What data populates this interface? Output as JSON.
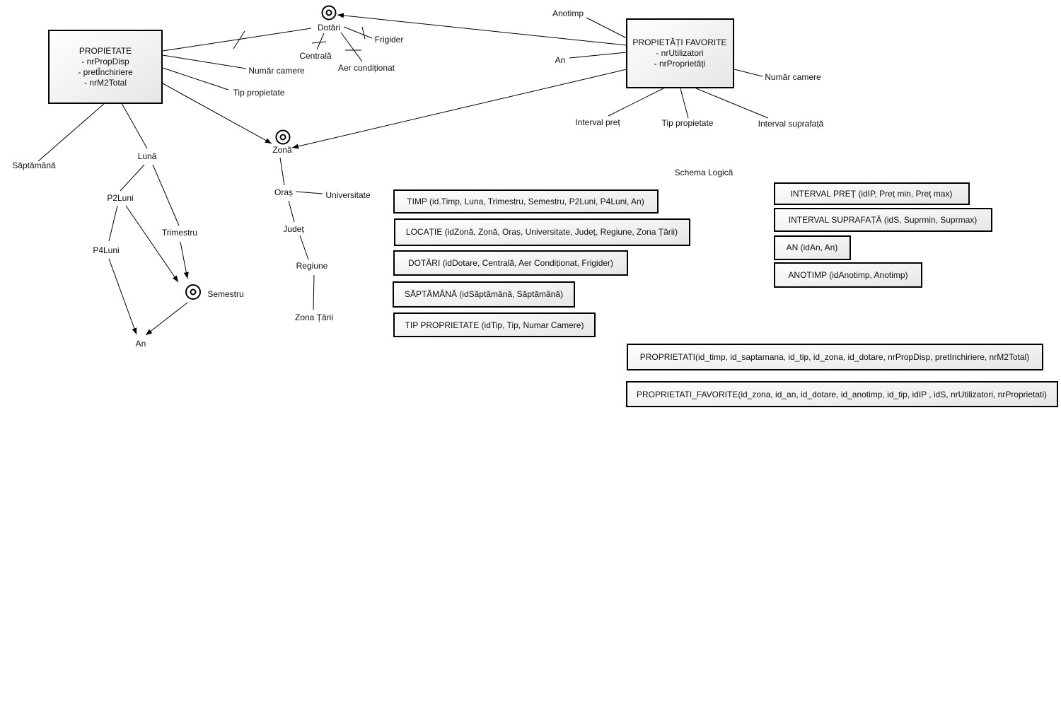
{
  "facts": {
    "propietate": {
      "title": "PROPIETATE",
      "attrs": [
        "- nrPropDisp",
        "- pretÎnchiriere",
        "- nrM2Total"
      ]
    },
    "favorite": {
      "title": "PROPIETĂȚI FAVORITE",
      "attrs": [
        "- nrUtilizatori",
        "- nrProprietăți"
      ]
    }
  },
  "labels": {
    "dotari": "Dotări",
    "centrala": "Centrală",
    "frigider": "Frigider",
    "aer": "Aer condiționat",
    "numar_camere_left": "Număr camere",
    "tip_propietate_left": "Tip propietate",
    "saptamana": "Săptămână",
    "luna": "Lună",
    "p2luni": "P2Luni",
    "p4luni": "P4Luni",
    "trimestru": "Trimestru",
    "semestru": "Semestru",
    "an_left": "An",
    "zona": "Zonă",
    "oras": "Oraș",
    "universitate": "Universitate",
    "judet": "Județ",
    "regiune": "Regiune",
    "zona_tarii": "Zona Țării",
    "anotimp": "Anotimp",
    "an_right": "An",
    "numar_camere_right": "Număr camere",
    "interval_pret": "Interval preț",
    "tip_propietate_right": "Tip propietate",
    "interval_suprafata": "Interval suprafață"
  },
  "schema_title": "Schema Logică",
  "tables": {
    "timp": "TIMP (id.Timp, Luna, Trimestru, Semestru, P2Luni, P4Luni, An)",
    "locatie": "LOCAȚIE (idZonă, Zonă, Oraș, Universitate, Județ, Regiune, Zona Țării)",
    "dotari": "DOTĂRI (idDotare, Centrală, Aer Condiționat, Frigider)",
    "saptamana": "SĂPTĂMÂNĂ (idSăptămână, Săptămână)",
    "tip": "TIP PROPRIETATE (idTip, Tip, Numar Camere)",
    "interval_pret": "INTERVAL PREȚ (idIP, Preț min, Preț max)",
    "interval_suprafata": "INTERVAL SUPRAFAȚĂ (idS, Suprmin, Suprmax)",
    "an": "AN (idAn, An)",
    "anotimp": "ANOTIMP (idAnotimp, Anotimp)",
    "proprietati": "PROPRIETATI(id_timp, id_saptamana, id_tip, id_zona, id_dotare, nrPropDisp, pretInchiriere, nrM2Total)",
    "proprietati_favorite": "PROPRIETATI_FAVORITE(id_zona, id_an, id_dotare, id_anotimp, id_tip, idIP , idS, nrUtilizatori, nrProprietati)"
  }
}
